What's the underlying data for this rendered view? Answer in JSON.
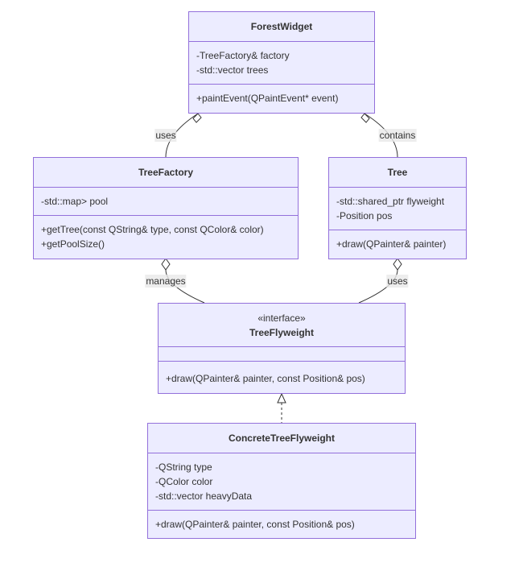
{
  "diagram": {
    "classes": {
      "forest_widget": {
        "name": "ForestWidget",
        "attributes": [
          "-TreeFactory& factory",
          "-std::vector trees"
        ],
        "methods": [
          "+paintEvent(QPaintEvent* event)"
        ]
      },
      "tree_factory": {
        "name": "TreeFactory",
        "attributes": [
          "-std::map> pool"
        ],
        "methods": [
          "+getTree(const QString& type, const QColor& color)",
          "+getPoolSize()"
        ]
      },
      "tree": {
        "name": "Tree",
        "attributes": [
          "-std::shared_ptr flyweight",
          "-Position pos"
        ],
        "methods": [
          "+draw(QPainter& painter)"
        ]
      },
      "tree_flyweight": {
        "stereotype": "«interface»",
        "name": "TreeFlyweight",
        "attributes": [],
        "methods": [
          "+draw(QPainter& painter, const Position& pos)"
        ]
      },
      "concrete_tree_flyweight": {
        "name": "ConcreteTreeFlyweight",
        "attributes": [
          "-QString type",
          "-QColor color",
          "-std::vector heavyData"
        ],
        "methods": [
          "+draw(QPainter& painter, const Position& pos)"
        ]
      }
    },
    "relationships": {
      "forest_uses_factory": {
        "from": "ForestWidget",
        "to": "TreeFactory",
        "type": "aggregation",
        "label": "uses"
      },
      "forest_contains_tree": {
        "from": "ForestWidget",
        "to": "Tree",
        "type": "aggregation",
        "label": "contains"
      },
      "factory_manages_flyweight": {
        "from": "TreeFactory",
        "to": "TreeFlyweight",
        "type": "aggregation",
        "label": "manages"
      },
      "tree_uses_flyweight": {
        "from": "Tree",
        "to": "TreeFlyweight",
        "type": "aggregation",
        "label": "uses"
      },
      "concrete_realizes_interface": {
        "from": "ConcreteTreeFlyweight",
        "to": "TreeFlyweight",
        "type": "realization",
        "label": ""
      }
    },
    "colors": {
      "box_fill": "#ECECFF",
      "box_border": "#9370DB",
      "line": "#333333",
      "text": "#333333",
      "label_background": "#E8E8E8"
    }
  }
}
